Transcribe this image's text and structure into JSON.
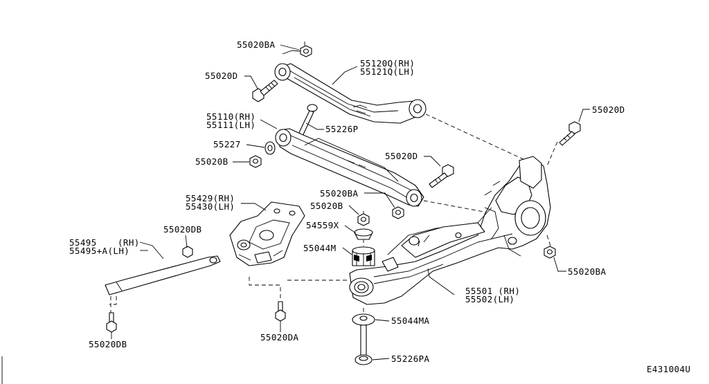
{
  "diagram_code": "E431004U",
  "labels": {
    "p55020BA_top": "55020BA",
    "p55120Q": "55120Q(RH)",
    "p55121Q": "55121Q(LH)",
    "p55020D_left": "55020D",
    "p55110": "55110(RH)",
    "p55111": "55111(LH)",
    "p55226P": "55226P",
    "p55227": "55227",
    "p55020B_left": "55020B",
    "p55020D_right": "55020D",
    "p55020D_mid": "55020D",
    "p55429": "55429(RH)",
    "p55430": "55430(LH)",
    "p55020BA_mid": "55020BA",
    "p55020B_mid": "55020B",
    "p54559X": "54559X",
    "p55044M": "55044M",
    "p55020DB_top": "55020DB",
    "p55495": "55495",
    "p55495_rh": "(RH)",
    "p55495A": "55495+A(LH)",
    "p55020BA_right": "55020BA",
    "p55501": "55501 (RH)",
    "p55502": "55502(LH)",
    "p55044MA": "55044MA",
    "p55020DB_bottom": "55020DB",
    "p55020DA": "55020DA",
    "p55226PA": "55226PA"
  }
}
